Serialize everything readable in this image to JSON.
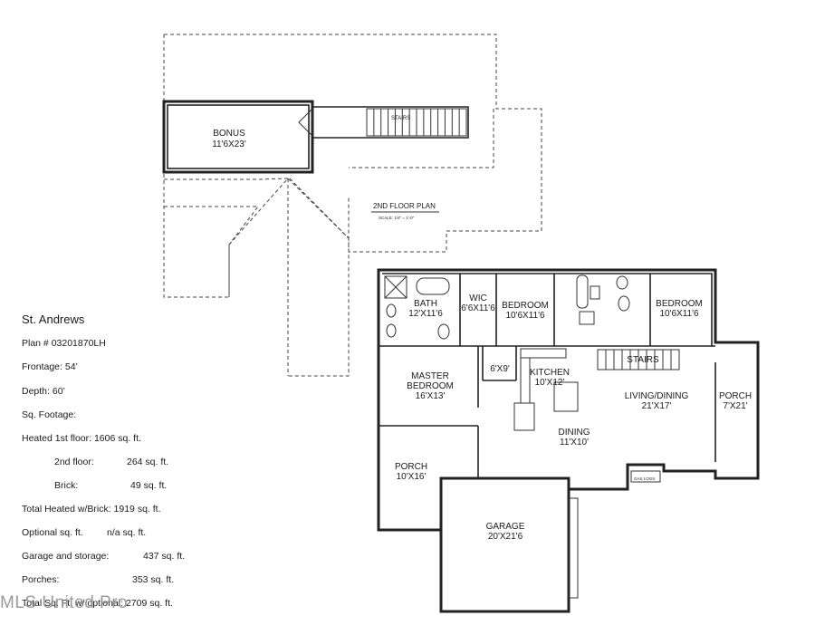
{
  "plan_name": "St. Andrews",
  "specs": {
    "plan_no": "Plan # 03201870LH",
    "frontage": "Frontage: 54’",
    "depth": "Depth: 60’",
    "sq_footage": "Sq. Footage:",
    "heated_first_label": "Heated 1st floor: 1606 sq. ft.",
    "second_floor_label": "2nd floor:",
    "second_floor_value": "264 sq. ft.",
    "brick_label": "Brick:",
    "brick_value": "49 sq. ft.",
    "total_heated": "Total Heated w/Brick: 1919 sq. ft.",
    "optional_label": "Optional sq. ft.",
    "optional_value": "n/a sq. ft.",
    "garage_label": "Garage and storage:",
    "garage_value": "437 sq. ft.",
    "porches_label": "Porches:",
    "porches_value": "353 sq. ft.",
    "total_label": "Total Sq. Ft. w/ optional: 2709 sq. ft."
  },
  "second_floor": {
    "title": "2ND FLOOR PLAN",
    "scale": "SCALE: 1/4\" = 1'-0\"",
    "bonus_label": "BONUS",
    "bonus_dim": "11'6X23'",
    "stair_label": "STAIRS"
  },
  "first_floor": {
    "rooms": [
      {
        "key": "bath",
        "label": "BATH",
        "dim": "12'X11'6"
      },
      {
        "key": "wic",
        "label": "WIC",
        "dim": "6'6X11'6"
      },
      {
        "key": "bedroom2",
        "label": "BEDROOM",
        "dim": "10'6X11'6"
      },
      {
        "key": "bedroom3",
        "label": "BEDROOM",
        "dim": "10'6X11'6"
      },
      {
        "key": "master",
        "label": "MASTER BEDROOM",
        "dim": "16'X13'"
      },
      {
        "key": "laundry",
        "label": "",
        "dim": "6'X9'"
      },
      {
        "key": "kitchen",
        "label": "KITCHEN",
        "dim": "10'X12'"
      },
      {
        "key": "stairs",
        "label": "STAIRS",
        "dim": ""
      },
      {
        "key": "living",
        "label": "LIVING/DINING",
        "dim": "21'X17'"
      },
      {
        "key": "dining",
        "label": "DINING",
        "dim": "11'X10'"
      },
      {
        "key": "porch_right",
        "label": "PORCH",
        "dim": "7'X21'"
      },
      {
        "key": "porch_left",
        "label": "PORCH",
        "dim": "10'X16'"
      },
      {
        "key": "garage",
        "label": "GARAGE",
        "dim": "20'X21'6"
      }
    ],
    "fireplace_label": "GAS LOGS"
  },
  "watermark": "MLS United Pro"
}
